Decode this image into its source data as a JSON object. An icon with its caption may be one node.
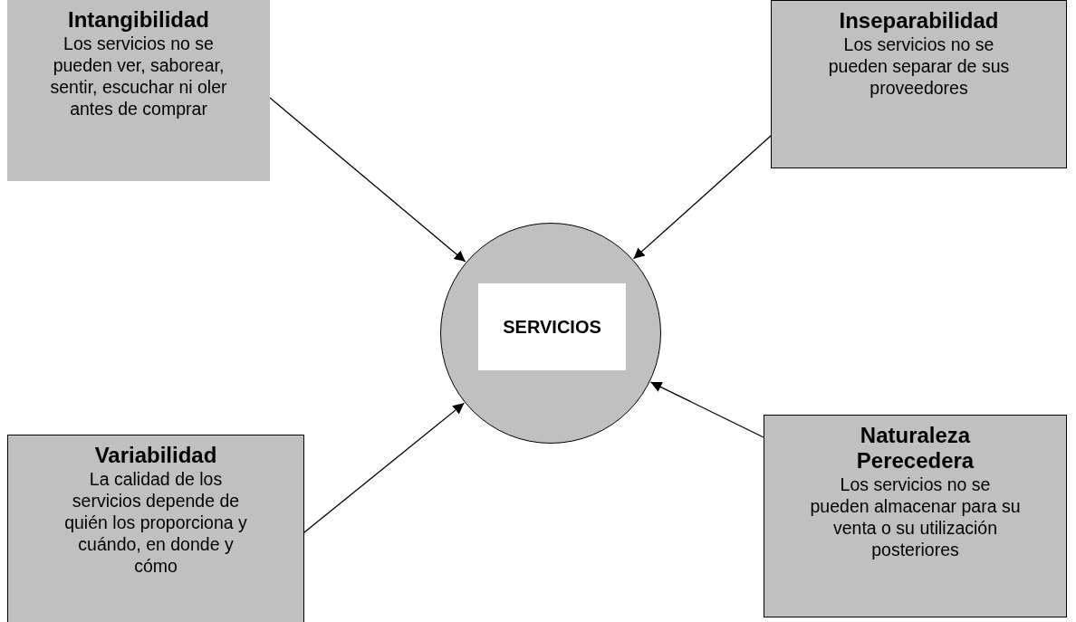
{
  "diagram": {
    "nodes": [
      {
        "text": [
          "Intangibilidad",
          "Los servicios no se pueden ver, saborear, sentir, escuchar ni oler antes de comprar"
        ]
      },
      {
        "text": [
          "Inseparabilidad",
          "Los servicios no se pueden separar de sus proveedores"
        ]
      },
      {
        "text": [],
        "shape": "circle"
      },
      {
        "text": [
          "SERVICIOS"
        ],
        "in": 2
      },
      {
        "text": [
          "Variabilidad",
          "La calidad  de los servicios depende de quién los proporciona y cuándo, en donde y cómo"
        ]
      },
      {
        "text": [
          "Naturaleza Perecedera",
          "Los servicios no se pueden almacenar para su venta o su utilización posteriores"
        ]
      }
    ],
    "edges": [
      {
        "from": 0,
        "to": 2,
        "arrow": "to"
      },
      {
        "from": 1,
        "to": 2,
        "arrow": "to"
      },
      {
        "from": 4,
        "to": 2,
        "arrow": "to"
      },
      {
        "from": 5,
        "to": 2,
        "arrow": "to"
      }
    ]
  }
}
